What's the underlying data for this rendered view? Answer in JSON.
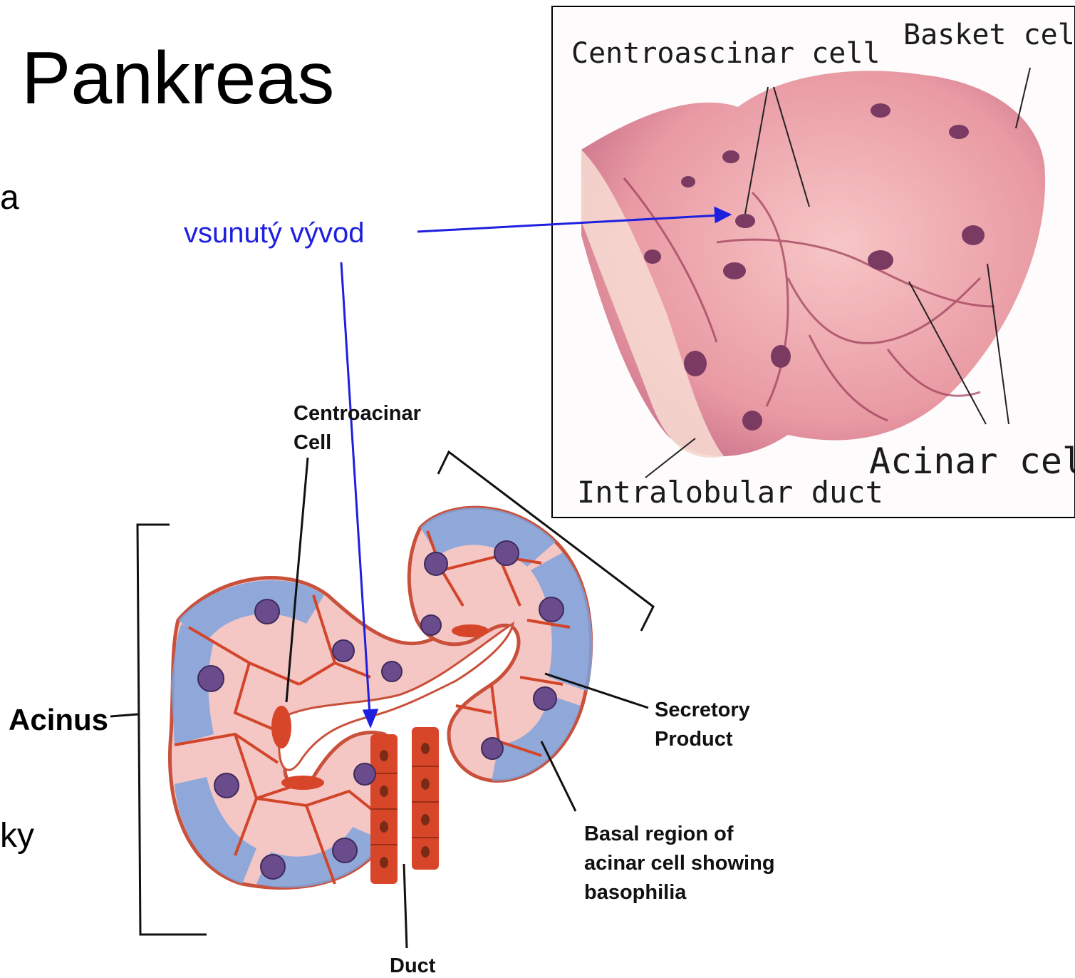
{
  "slide": {
    "title": "Pankreas",
    "fragments": [
      "a",
      "ky"
    ]
  },
  "photo": {
    "labels": {
      "centroascinar": "Centroascinar cell",
      "basket": "Basket cell",
      "acinar": "Acinar cells",
      "intralobular": "Intralobular duct"
    }
  },
  "annotation": {
    "text": "vsunutý vývod",
    "color": "#1f1fe0"
  },
  "drawing": {
    "labels": {
      "centroacinar_1": "Centroacinar",
      "centroacinar_2": "Cell",
      "acinus": "Acinus",
      "secretory_1": "Secretory",
      "secretory_2": "Product",
      "basal_1": "Basal region of",
      "basal_2": "acinar cell showing",
      "basal_3": "basophilia",
      "duct": "Duct"
    }
  },
  "colors": {
    "tissue_pink": "#f2b8b8",
    "cell_border": "#d8462a",
    "basophilia_blue": "#6e95d6",
    "nucleus": "#6a4c8c"
  }
}
